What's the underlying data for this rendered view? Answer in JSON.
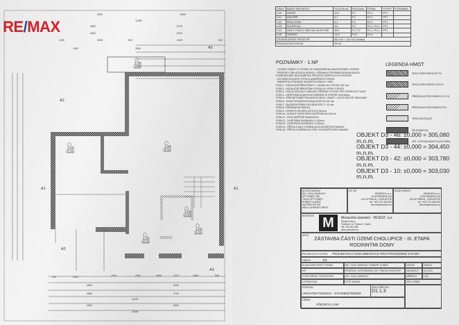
{
  "logo": {
    "text_re": "RE",
    "text_slash": "/",
    "text_max": "MAX",
    "color_red": "#e11b22",
    "color_blue": "#1d4fa0"
  },
  "plan": {
    "dims_top": [
      "4620",
      "6900",
      "11250",
      "4580",
      "5740",
      "4630",
      "6230",
      "1300",
      "2545",
      "840",
      "4240",
      "340",
      "2450",
      "3650"
    ],
    "dims_bottom": [
      "400",
      "2900",
      "1630",
      "1150",
      "1800",
      "1170",
      "1800",
      "845",
      "4620",
      "6230",
      "4580",
      "5740",
      "11000",
      "4620",
      "6900",
      "11530"
    ],
    "rooms": [
      {
        "id": "1.00"
      },
      {
        "id": "1.01"
      },
      {
        "id": "1.02"
      },
      {
        "id": "1.03"
      },
      {
        "id": "1.04"
      },
      {
        "id": "1.05"
      }
    ],
    "sections": [
      "A1",
      "A1",
      "A2",
      "A2",
      "A3",
      "A3"
    ],
    "level": "±0,000"
  },
  "room_table": {
    "headers": [
      "ČÍSLO",
      "NÁZEV MÍSTNOSTI",
      "PLOCHA m2",
      "PODLAHA",
      "STĚNA",
      "STROP",
      "POZNÁMKA"
    ],
    "rows": [
      [
        "1.00",
        "GARÁŽ",
        "20,0",
        "P.1",
        "PU.1",
        "PP.1",
        "-"
      ],
      [
        "1.01",
        "ZÁDVEŘÍ",
        "6,1",
        "P.2",
        "PU.1",
        "PP.1",
        "-"
      ],
      [
        "1.02",
        "PRACOVNA",
        "8,1",
        "P.4",
        "PU.1",
        "PP.1",
        "-"
      ],
      [
        "1.03",
        "KOUPELNA",
        "5,0",
        "P.3",
        "PU.1, PU.2",
        "PP.1",
        "-"
      ],
      [
        "1.04",
        "OBÝV. POKOJ+JÍDELNA+KUCHYNĚ",
        "48,0",
        "P.3, P.4",
        "PU.1, PU.2",
        "PP.1",
        "-"
      ],
      [
        "1.05",
        "TERASA",
        "14,0",
        "P.10",
        "PU.3",
        "-",
        ""
      ]
    ],
    "total_label": "CELKEM UŽITNÝ PROSTOR",
    "total_value": "88,2 m2 + 14,0 m2 (terasa)",
    "floor_label": "PODLAHOVÁ PLOCHA",
    "floor_value": "99 m2"
  },
  "notes": {
    "title": "POZNÁMKY - 1.NP",
    "items": [
      "- VZTAŽNÝ OBJEKT 0,0 TERÉNU JE ZNÁZORNĚN NA SAMOSTATNÉM VÝKRESE",
      "- PROSTUPY ZÁKLADOVOU DESKOU, STĚNAMI A STROPNÍMI DESKAMI BUDOU",
      "  KOORDINOVÁNY NA STAVBĚ DLE PROJEKTŮ JEDNOTLIVÝCH PROFESÍ",
      "- KVH NENÍ SOUČÁSTÍ VÝPISU KLEMPÍŘSKÝCH PRVKŮ",
      "- PARAPETNÍ LIŠTA BUDE SOUČÁSTÍ DODÁVKY OKEN",
      "POZN.1 - INSTALAČNÍ PŘEDSTĚNA TL. 150/150 mm VYSOKÁ 1200 mm",
      "POZN.2 - INSTALAČNÍ PŘEDSTĚNA VYSOKÁ DO VÝŠKY STROPU",
      "POZN.3 - POD SL.KŮCKOU V OBKLADU PŘIPRAVIT VÝVODY PRO OPRÁCHOVÝ KOUT",
      "POZN.4 - ODVĚTRÁNÍ DODATKOVÉ ZAŘÍZENÍ VE STROPĚ 100x100mm",
      "POZN.5 - PŘED BETONÁŽÍ PODLAHOVÉ DESKY OSADIT L 100/70 ŽÁROVĚ ZINKOVANÝ",
      "POZN.6 - SVISLÉ SPLAŠKOVÉ KANALIZACE DN 100 mm",
      "POZN.7 - DILATAČNÍ SPÁRA VYPLNĚNÁ EPS TL. 30 mm",
      "POZN.8 - PŘÍPRAVA NA PRAČKU",
      "POZN.9 - ODTAH PLYNOVÉHO KOTLE Ø 100 mm",
      "POZN.10 - KLIDOVÝ PODSTUPNÍ ODVĚTRÁNÍ DN 100 mm",
      "POZN.11 - SVOD DEŠŤOVÉ KANALIZACE",
      "POZN.12 - ODVĚTRÁNÍ ZÁSOBNÍKU V=200mm",
      "POZN.13 - ODVĚTRÁNÍ ZÁSOBNÍKU V=150mm",
      "POZN.14 - PŘÍČKA S MAX VYZDĚNA NA SCHODIŠŤOVÉ RAMENO",
      "POZN.15 - PŘÍČKA VYZDĚNÁ DO VÝŠKY SCHODIŠŤOVÉHO RAMENE"
    ]
  },
  "legend": {
    "title": "LEGENDA HMOT",
    "items": [
      {
        "label": "ZDIVO POROTHERM 30 P+D",
        "pattern": "crosshatch"
      },
      {
        "label": "ZDIVO POROTHERM 17,5 P+D",
        "pattern": "crosshatch"
      },
      {
        "label": "PŘÍČKOVKA POROTHERM 11,5 P+D",
        "pattern": "diagonal"
      },
      {
        "label": "PŘÍČKOVKA POROTHERM 8 P+D",
        "pattern": "diagonal"
      },
      {
        "label": "TEPELNÁ IZOLACE",
        "pattern": "horizontal"
      },
      {
        "label": "ŽELEZOBETON",
        "pattern": "dark-diagonal"
      },
      {
        "label": "XPS - EXTRUDOVANÝ POLYSTYREN",
        "pattern": "dark"
      }
    ]
  },
  "objekt": [
    "OBJEKT D3 - 46: ±0,000 = 305,080 m.n.m.",
    "OBJEKT D3 - 44: ±0,000 = 304,450 m.n.m.",
    "OBJEKT D3 - 42: ±0,000 = 303,780 m.n.m.",
    "OBJEKT D3 - 10: ±0,000 = 303,030 m.n.m."
  ],
  "title_block": {
    "author_label": "AUTOR NÁVRHU",
    "author_text": [
      "ING. OLEG MARHOLT",
      "SPYTIHNĚV 380",
      "763 64 SPYTIHNĚV",
      "ROBERT KLIMEŠ",
      "NA PŘÍKOPĚ 987",
      "688 01 UHERSKÝ BROD"
    ],
    "gp_label": "GP, HIP",
    "gp_text": [
      "ERDEVEN s.r.o.",
      "KOSTRÁNSKÁ 132",
      "143 00 PRAHA - CHOLUPICE",
      "tel. +420 731 464 000",
      "ida.mar@seznam.cz"
    ],
    "resp_label": "ZODPOVĚDNÝ",
    "resp_text": [
      "ERDEVEN s.r.o.",
      "KOSTRÁNSKÁ 132",
      "143 00 PRAHA - CHOLUPICE",
      "tel. +420 731 464 000",
      "ida.mar@seznam.cz"
    ],
    "investor_label": "INVESTOR",
    "investor_logo": "M",
    "investor_text": [
      "Moravská stavební - INVEST, a.s.",
      "Česká Pomoc",
      "Pobřežní 12, Praha 8 - Karlín",
      "Tel: 224 232 465",
      "www.msinvest.cz"
    ],
    "akce_label": "AKCE",
    "akce": [
      "ZÁSTAVBA ČÁSTI ÚZEMÍ CHOLUPICE - III. ETAPA",
      "RODINNÝMI DOMY"
    ],
    "stage_label": "PROJEKTOVÝ STUPEŇ",
    "stage": "PROJEKTOVÁ DOKUMENTACE PRO PROVEDENÍ STAVBY",
    "object_label": "OBJEKT",
    "object": "D3",
    "rows": [
      [
        "HLAVNÍ ARCHITEKT STAVBY",
        "ING. OLEG MARHOLT, ROBERT KLIMEŠ",
        "DATUM",
        "03/2014"
      ],
      [
        "HIP",
        "ERDEVEN, KOSTRÁNSKÁ 132, PRAHA-CHOLUPICE",
        "ZAKÁZKA Č.",
        "16_2014"
      ],
      [
        "ZODPOVĚDNÝ PROJEKTANT",
        "ING. OLEG MARHOLT",
        "MĚŘÍTKO",
        "1:50"
      ],
      [
        "VYPRACOVAL",
        "PETR NOVÁK",
        "ČÍSLO PARE",
        ""
      ]
    ],
    "profese_label": "PROFESE",
    "profese": "ARCHITEKTONICKO - STAVEBNÍ ŘEŠENÍ",
    "annex_label": "ČÍSLO PŘÍLOHY",
    "annex": "D1.1.3",
    "content_label": "OBSAH",
    "content": "PŮDORYS 1.NP"
  }
}
